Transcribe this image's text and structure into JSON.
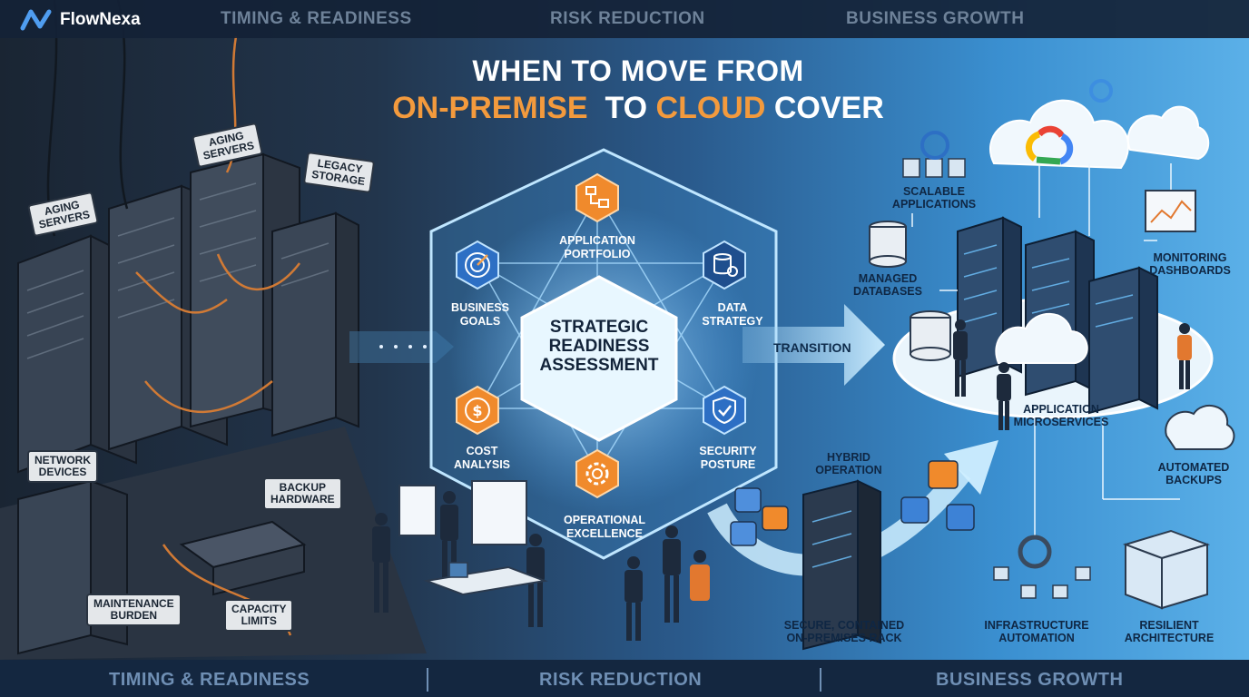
{
  "header": {
    "brand": "FlowNexa",
    "nav": [
      "TIMING & READINESS",
      "RISK REDUCTION",
      "BUSINESS GROWTH"
    ]
  },
  "title": {
    "line1": "WHEN TO MOVE FROM",
    "part_orange1": "ON-PREMISE",
    "part_white": "TO",
    "part_orange2": "CLOUD",
    "part_white2": "COVER"
  },
  "left_labels": {
    "aging_servers_1": "AGING\nSERVERS",
    "aging_servers_2": "AGING\nSERVERS",
    "legacy_storage": "LEGACY\nSTORAGE",
    "network_devices": "NETWORK\nDEVICES",
    "backup_hardware": "BACKUP\nHARDWARE",
    "maintenance_burden": "MAINTENANCE\nBURDEN",
    "capacity_limits": "CAPACITY\nLIMITS"
  },
  "assessment": {
    "center": "STRATEGIC\nREADINESS\nASSESSMENT",
    "nodes": {
      "application_portfolio": "APPLICATION\nPORTFOLIO",
      "business_goals": "BUSINESS\nGOALS",
      "data_strategy": "DATA\nSTRATEGY",
      "cost_analysis": "COST\nANALYSIS",
      "security_posture": "SECURITY\nPOSTURE",
      "operational_excellence": "OPERATIONAL\nEXCELLENCE"
    }
  },
  "transition": "TRANSITION",
  "cloud_labels": {
    "scalable_applications": "SCALABLE\nAPPLICATIONS",
    "managed_databases": "MANAGED\nDATABASES",
    "monitoring_dashboards": "MONITORING\nDASHBOARDS",
    "application_microservices": "APPLICATION\nMICROSERVICES",
    "automated_backups": "AUTOMATED\nBACKUPS",
    "hybrid_operation": "HYBRID\nOPERATION",
    "secure_rack": "SECURE, CONTAINED\nON-PREMISES RACK",
    "infrastructure_automation": "INFRASTRUCTURE\nAUTOMATION",
    "resilient_architecture": "RESILIENT\nARCHITECTURE"
  },
  "footer": [
    "TIMING & READINESS",
    "RISK REDUCTION",
    "BUSINESS GROWTH"
  ],
  "colors": {
    "accent_orange": "#f39a3d",
    "node_blue": "#2d6fc4",
    "header_bg": "#142236"
  },
  "icons": {
    "logo": "flownexa-logo",
    "application_portfolio": "flowchart-icon",
    "business_goals": "target-icon",
    "data_strategy": "database-gear-icon",
    "cost_analysis": "dollar-coin-icon",
    "security_posture": "shield-check-icon",
    "operational_excellence": "gear-icon"
  }
}
